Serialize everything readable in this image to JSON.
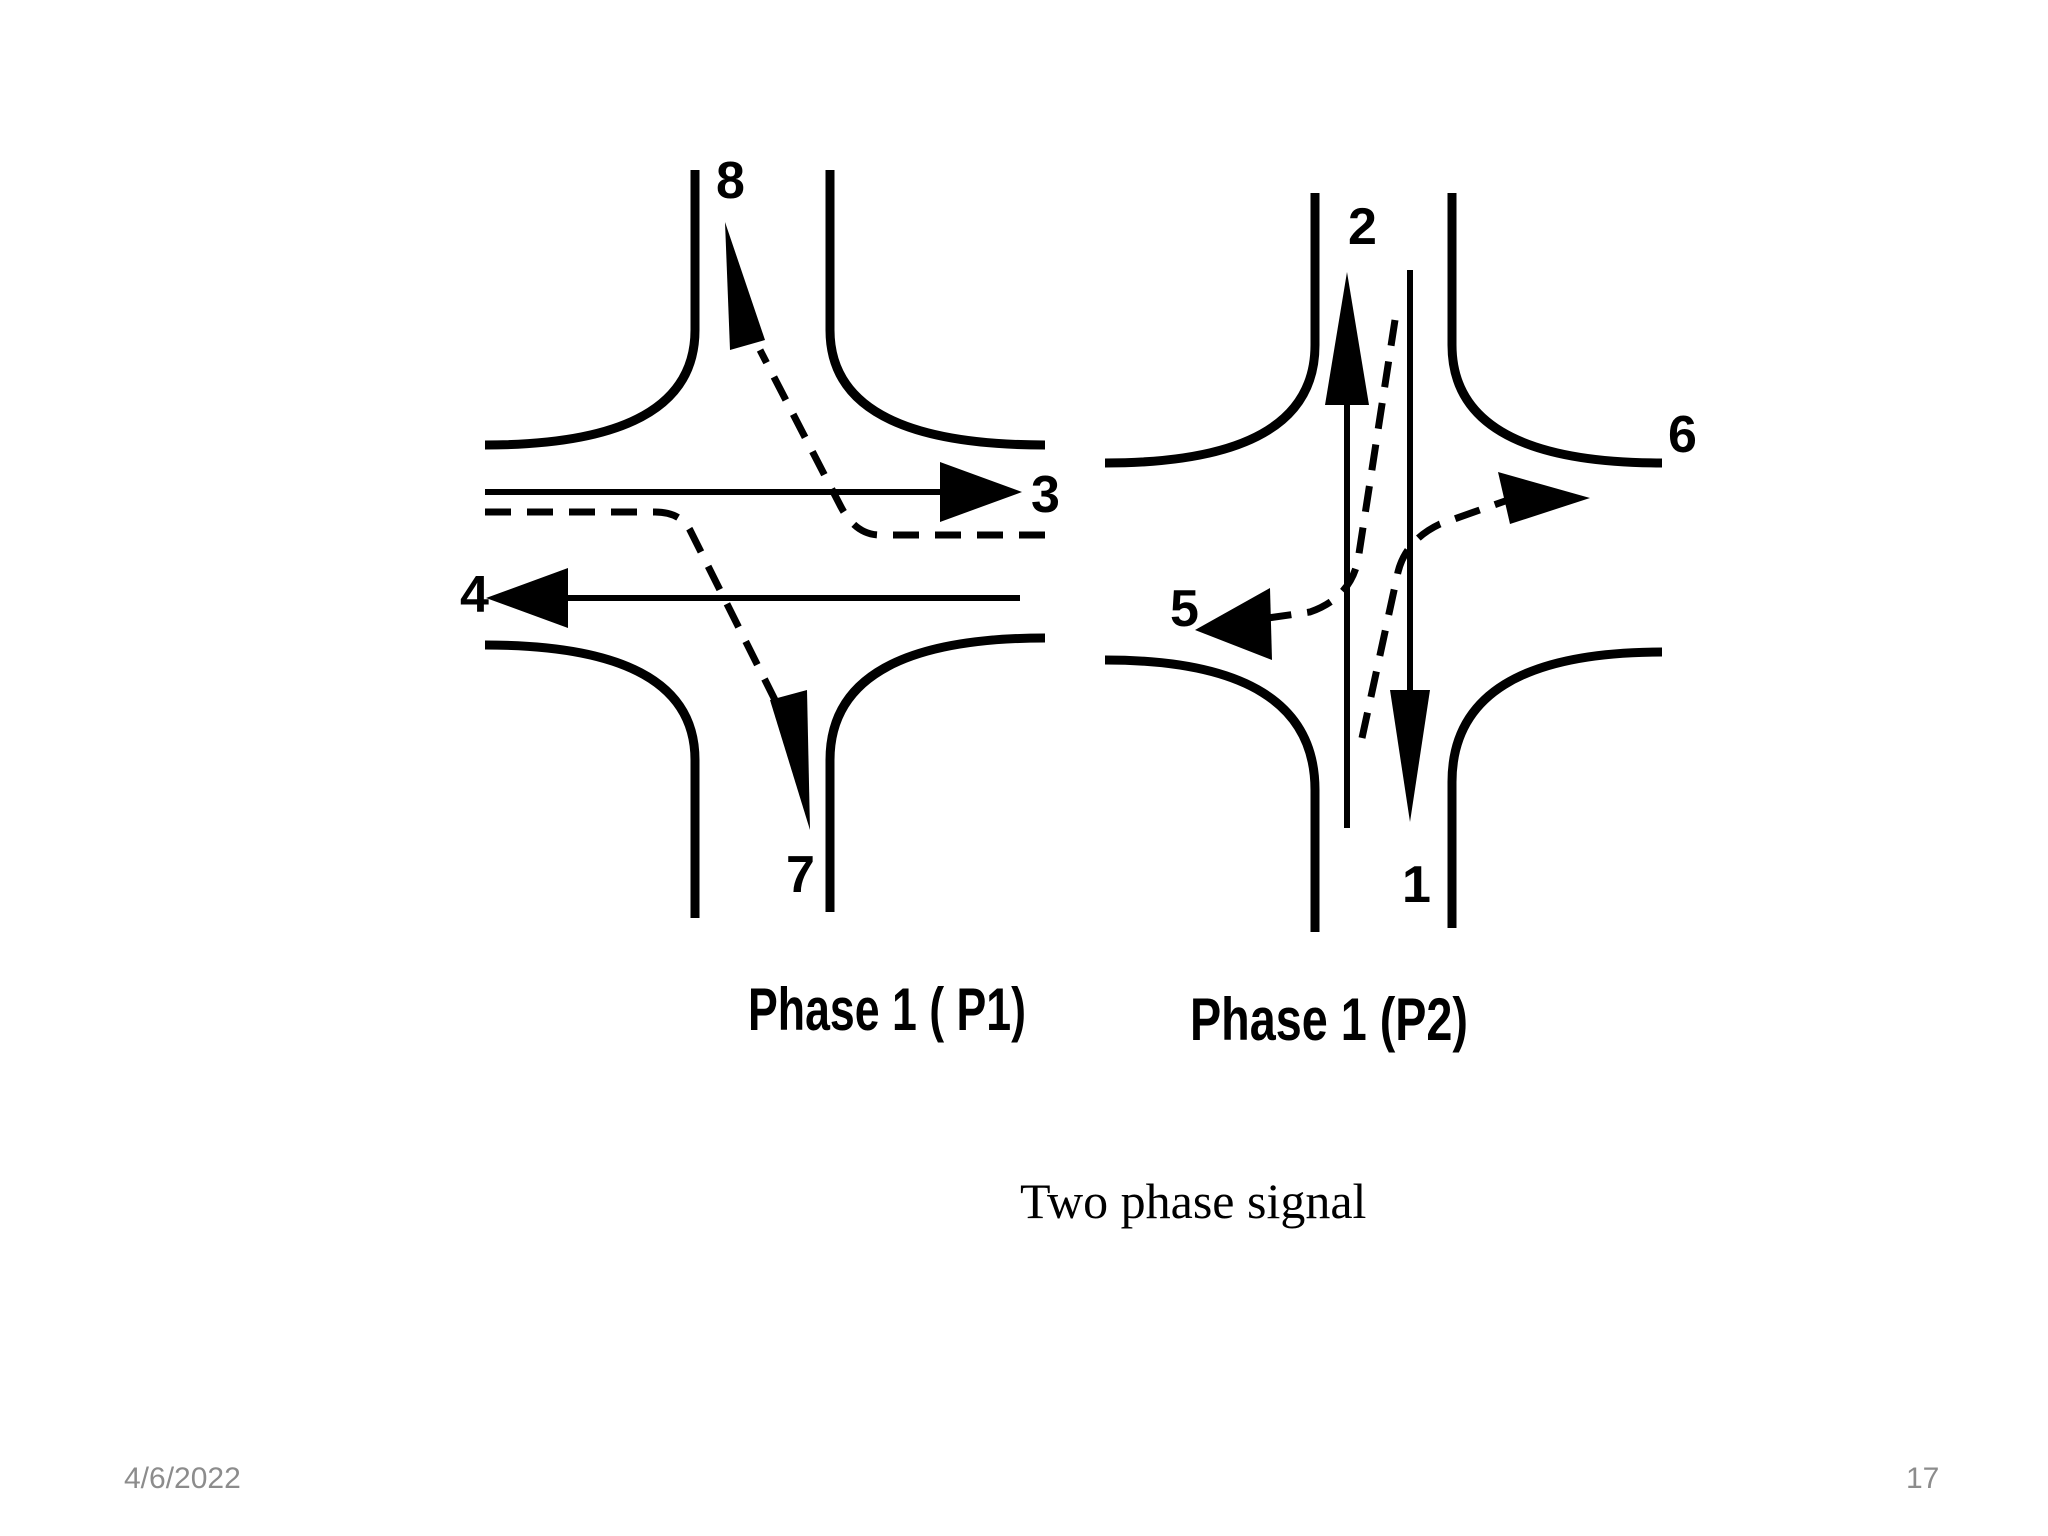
{
  "diagram": {
    "p1": {
      "label": "Phase 1 ( P1)",
      "movements": [
        "8",
        "3",
        "4",
        "7"
      ]
    },
    "p2": {
      "label": "Phase 1 (P2)",
      "movements": [
        "2",
        "6",
        "5",
        "1"
      ]
    }
  },
  "caption": "Two phase signal",
  "footer": {
    "date": "4/6/2022",
    "page": "17"
  }
}
